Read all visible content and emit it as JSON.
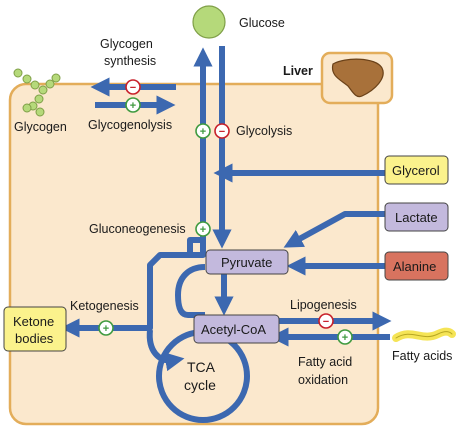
{
  "liver_label": "Liver",
  "molecules": {
    "glucose": "Glucose",
    "glycogen": "Glycogen",
    "pyruvate": "Pyruvate",
    "acetyl_coa": "Acetyl-CoA",
    "glycerol": "Glycerol",
    "lactate": "Lactate",
    "alanine": "Alanine",
    "ketone_line1": "Ketone",
    "ketone_line2": "bodies",
    "fatty_acids": "Fatty acids",
    "tca_line1": "TCA",
    "tca_line2": "cycle"
  },
  "processes": {
    "glycogen_synthesis_line1": "Glycogen",
    "glycogen_synthesis_line2": "synthesis",
    "glycogenolysis": "Glycogenolysis",
    "glycolysis": "Glycolysis",
    "gluconeogenesis": "Gluconeogenesis",
    "ketogenesis": "Ketogenesis",
    "lipogenesis": "Lipogenesis",
    "fa_oxidation_line1": "Fatty acid",
    "fa_oxidation_line2": "oxidation"
  },
  "regulation": {
    "glycogen_synthesis": "−",
    "glycogenolysis": "+",
    "gluconeogenesis_up": "+",
    "glycolysis": "−",
    "gluconeogenesis": "+",
    "ketogenesis": "+",
    "lipogenesis": "−",
    "fa_oxidation": "+"
  },
  "colors": {
    "arrow": "#3c68b0",
    "liver_fill": "#fbe8cd",
    "liver_border": "#e3ad5a",
    "glucose": "#b5d97a",
    "yellow_box": "#fbf28c",
    "purple_box": "#c3b9dd",
    "alanine_box": "#d8735f",
    "stimulate": "#3f9a3f",
    "inhibit": "#c8202a"
  }
}
